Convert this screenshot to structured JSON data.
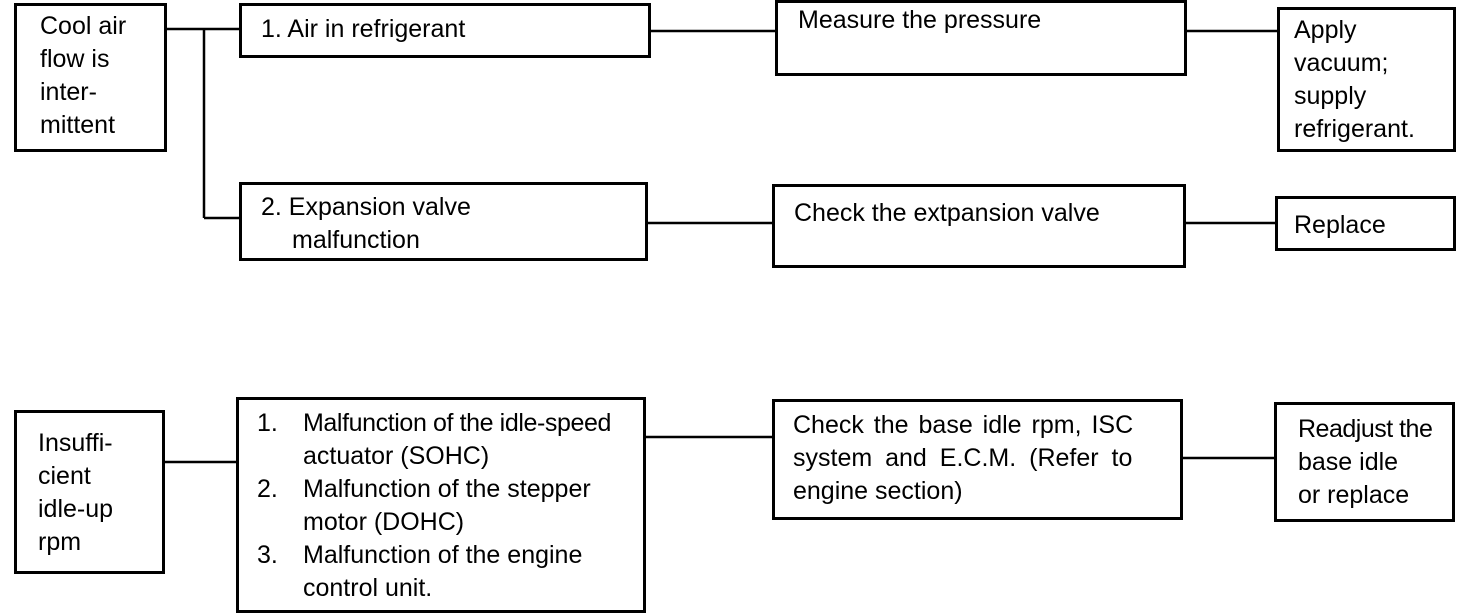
{
  "diagrams": [
    {
      "symptom": [
        "Cool air",
        "flow is",
        "inter-",
        "mittent"
      ],
      "causes": [
        {
          "cause": [
            "1. Air in refrigerant"
          ],
          "check": [
            "Measure the pressure"
          ],
          "remedy": [
            "Apply",
            "vacuum;",
            "supply",
            "refrigerant."
          ]
        },
        {
          "cause": [
            "2. Expansion valve",
            "malfunction"
          ],
          "check": [
            "Check the extpansion valve"
          ],
          "remedy": [
            "Replace"
          ]
        }
      ]
    },
    {
      "symptom": [
        "Insuffi-",
        "cient",
        "idle-up",
        "rpm"
      ],
      "causes": [
        {
          "cause_items": [
            {
              "num": "1.",
              "lines": [
                "Malfunction of the idle-speed",
                "actuator (SOHC)"
              ]
            },
            {
              "num": "2.",
              "lines": [
                "Malfunction of the stepper",
                "motor (DOHC)"
              ]
            },
            {
              "num": "3.",
              "lines": [
                "Malfunction of the engine",
                "control unit."
              ]
            }
          ],
          "check": [
            "Check the base idle rpm, ISC",
            "system and E.C.M. (Refer to",
            "engine section)"
          ],
          "remedy": [
            "Readjust the",
            "base idle",
            "or replace"
          ]
        }
      ]
    }
  ]
}
